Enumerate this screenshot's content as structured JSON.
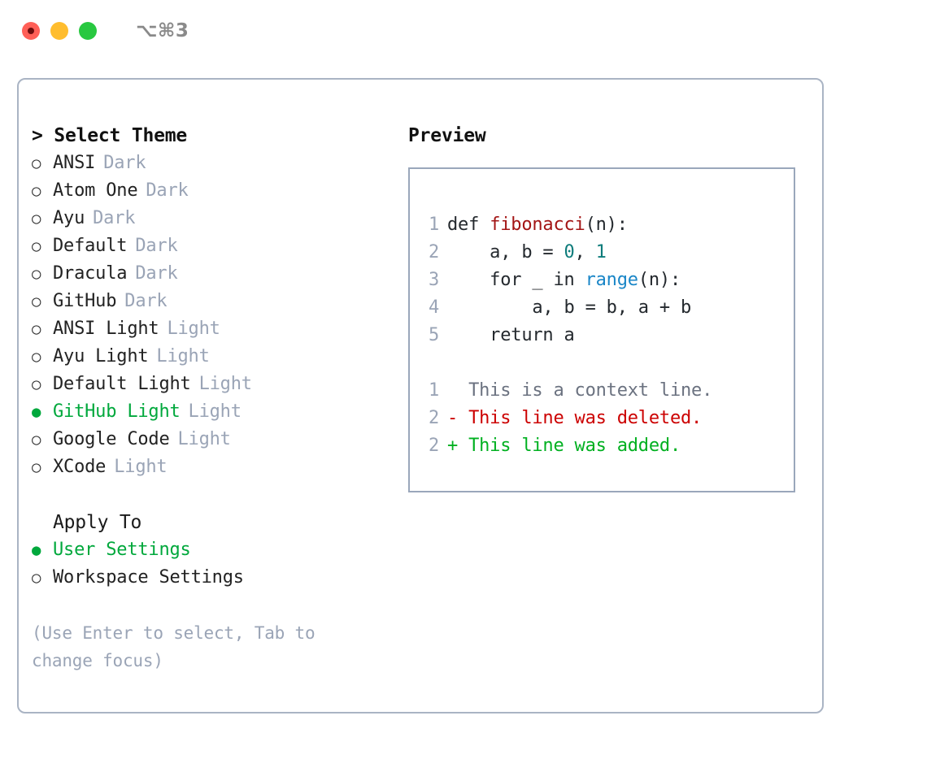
{
  "window": {
    "title": "⌥⌘3",
    "traffic_lights": [
      "close",
      "minimize",
      "zoom"
    ],
    "accent_green": "#00a83c",
    "muted_tag_color": "#9aa4b6",
    "panel_border_color": "#aab4c4",
    "preview_border_color": "#9aa7bb"
  },
  "theme_picker": {
    "header": "> Select Theme",
    "options": [
      {
        "bullet": "○",
        "label": "ANSI",
        "tag": "Dark",
        "selected": false
      },
      {
        "bullet": "○",
        "label": "Atom One",
        "tag": "Dark",
        "selected": false
      },
      {
        "bullet": "○",
        "label": "Ayu",
        "tag": "Dark",
        "selected": false
      },
      {
        "bullet": "○",
        "label": "Default",
        "tag": "Dark",
        "selected": false
      },
      {
        "bullet": "○",
        "label": "Dracula",
        "tag": "Dark",
        "selected": false
      },
      {
        "bullet": "○",
        "label": "GitHub",
        "tag": "Dark",
        "selected": false
      },
      {
        "bullet": "○",
        "label": "ANSI Light",
        "tag": "Light",
        "selected": false
      },
      {
        "bullet": "○",
        "label": "Ayu Light",
        "tag": "Light",
        "selected": false
      },
      {
        "bullet": "○",
        "label": "Default Light",
        "tag": "Light",
        "selected": false
      },
      {
        "bullet": "●",
        "label": "GitHub Light",
        "tag": "Light",
        "selected": true
      },
      {
        "bullet": "○",
        "label": "Google Code",
        "tag": "Light",
        "selected": false
      },
      {
        "bullet": "○",
        "label": "XCode",
        "tag": "Light",
        "selected": false
      }
    ]
  },
  "apply_to": {
    "header": "Apply To",
    "options": [
      {
        "bullet": "●",
        "label": "User Settings",
        "selected": true
      },
      {
        "bullet": "○",
        "label": "Workspace Settings",
        "selected": false
      }
    ]
  },
  "hint": "(Use Enter to select, Tab to change focus)",
  "preview": {
    "title": "Preview",
    "code_lines": [
      {
        "num": "1",
        "tokens": [
          {
            "t": "def ",
            "c": "code-txt"
          },
          {
            "t": "fibonacci",
            "c": "tok-fn"
          },
          {
            "t": "(n):",
            "c": "code-txt"
          }
        ]
      },
      {
        "num": "2",
        "tokens": [
          {
            "t": "    a, b = ",
            "c": "code-txt"
          },
          {
            "t": "0",
            "c": "tok-num"
          },
          {
            "t": ", ",
            "c": "code-txt"
          },
          {
            "t": "1",
            "c": "tok-num"
          }
        ]
      },
      {
        "num": "3",
        "tokens": [
          {
            "t": "    for _ in ",
            "c": "code-txt"
          },
          {
            "t": "range",
            "c": "tok-call"
          },
          {
            "t": "(n):",
            "c": "code-txt"
          }
        ]
      },
      {
        "num": "4",
        "tokens": [
          {
            "t": "        a, b = b, a + b",
            "c": "code-txt"
          }
        ]
      },
      {
        "num": "5",
        "tokens": [
          {
            "t": "    return a",
            "c": "code-txt"
          }
        ]
      }
    ],
    "diff_lines": [
      {
        "num": "1",
        "tokens": [
          {
            "t": "  This is a context line.",
            "c": "tok-ctx"
          }
        ]
      },
      {
        "num": "2",
        "tokens": [
          {
            "t": "- This line was deleted.",
            "c": "tok-del"
          }
        ]
      },
      {
        "num": "2",
        "tokens": [
          {
            "t": "+ This line was added.",
            "c": "tok-add"
          }
        ]
      }
    ]
  }
}
